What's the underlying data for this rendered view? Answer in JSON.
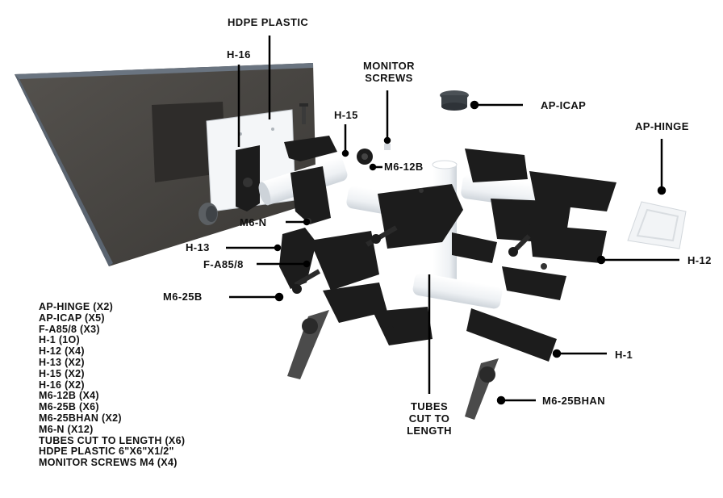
{
  "callouts": {
    "hdpe_plastic": "HDPE PLASTIC",
    "h16": "H-16",
    "monitor_screws_line1": "MONITOR",
    "monitor_screws_line2": "SCREWS",
    "ap_icap": "AP-ICAP",
    "h15": "H-15",
    "ap_hinge": "AP-HINGE",
    "m6_12b": "M6-12B",
    "m6_n": "M6-N",
    "h13": "H-13",
    "f_a85_8": "F-A85/8",
    "h12": "H-12",
    "m6_25b": "M6-25B",
    "h1": "H-1",
    "tubes_line1": "TUBES",
    "tubes_line2": "CUT TO",
    "tubes_line3": "LENGTH",
    "m6_25bhan": "M6-25BHAN"
  },
  "parts_list": [
    "AP-HINGE (X2)",
    "AP-ICAP (X5)",
    "F-A85/8 (X3)",
    "H-1 (1O)",
    "H-12 (X4)",
    "H-13 (X2)",
    "H-15 (X2)",
    "H-16 (X2)",
    "M6-12B (X4)",
    "M6-25B (X6)",
    "M6-25BHAN (X2)",
    "M6-N (X12)",
    "TUBES CUT TO LENGTH (X6)",
    "HDPE PLASTIC 6\"X6\"X1/2\"",
    "MONITOR SCREWS M4 (X4)"
  ],
  "colors": {
    "monitor_back": "#4a4845",
    "monitor_edge": "#6a7480",
    "fitting": "#1c1c1c",
    "tube": "#f2f4f6",
    "leader": "#000000"
  }
}
